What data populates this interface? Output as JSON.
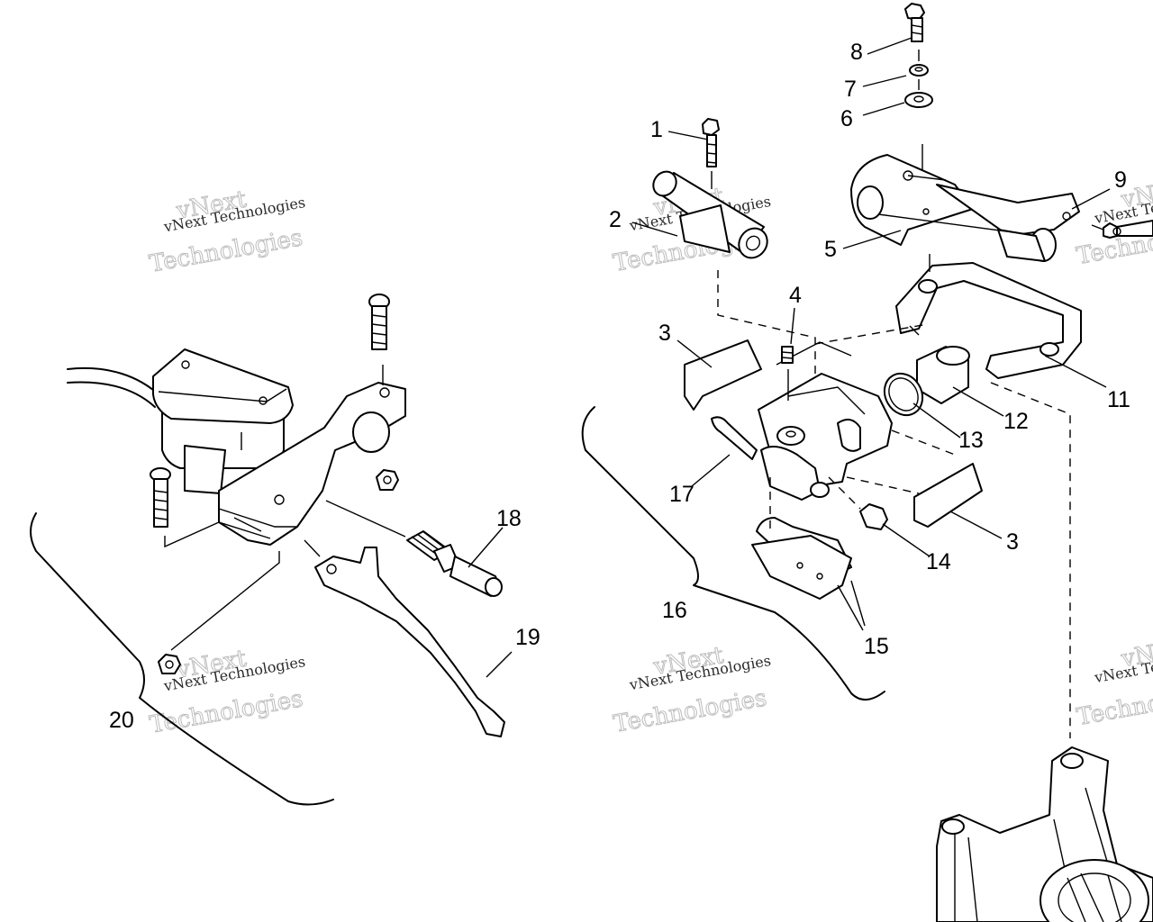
{
  "watermark": {
    "line1": "vNext Technologies",
    "big_line1": "vNext",
    "big_line2": "Technologies"
  },
  "callouts": {
    "c1": "1",
    "c2": "2",
    "c3a": "3",
    "c3b": "3",
    "c4": "4",
    "c5": "5",
    "c6": "6",
    "c7": "7",
    "c8": "8",
    "c9": "9",
    "c11": "11",
    "c12": "12",
    "c13": "13",
    "c14": "14",
    "c15": "15",
    "c16": "16",
    "c17": "17",
    "c18": "18",
    "c19": "19",
    "c20": "20"
  }
}
